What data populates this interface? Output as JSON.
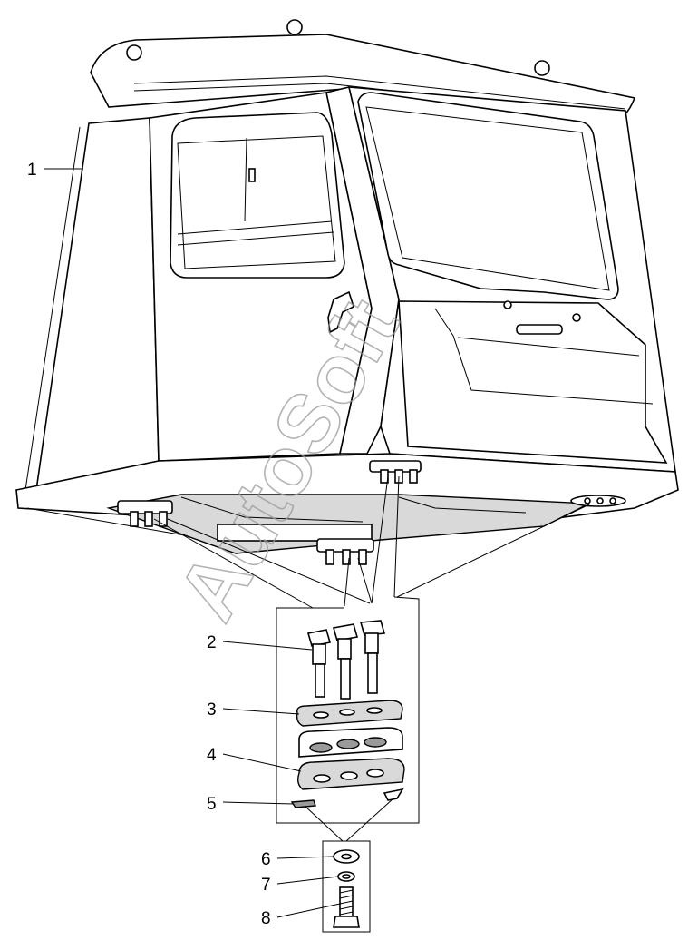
{
  "callouts": [
    {
      "id": "1",
      "label": "1"
    },
    {
      "id": "2",
      "label": "2"
    },
    {
      "id": "3",
      "label": "3"
    },
    {
      "id": "4",
      "label": "4"
    },
    {
      "id": "5",
      "label": "5"
    },
    {
      "id": "6",
      "label": "6"
    },
    {
      "id": "7",
      "label": "7"
    },
    {
      "id": "8",
      "label": "8"
    }
  ],
  "watermark": {
    "text": "AutoSoft"
  },
  "colors": {
    "line": "#000000",
    "background": "#ffffff",
    "watermark": "#9a9a9a"
  }
}
